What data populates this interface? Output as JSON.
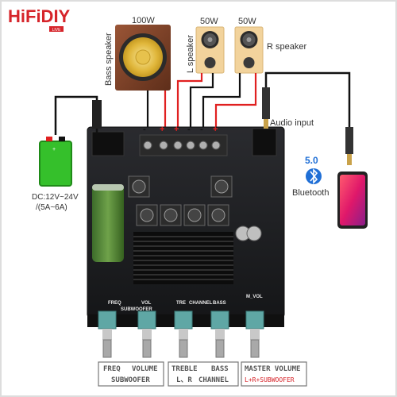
{
  "brand": {
    "name": "HiFiDIY",
    "tag": "LIVE"
  },
  "speakers": {
    "bass_power": "100W",
    "bass_label": "Bass speaker",
    "left_power": "50W",
    "left_label": "L speaker",
    "right_power": "50W",
    "right_label": "R speaker"
  },
  "terminals": {
    "polarity": [
      "-",
      "+",
      "+",
      "-",
      "-",
      "+"
    ]
  },
  "power": {
    "dc_line1": "DC:12V~24V",
    "dc_line2": "/(5A~6A)"
  },
  "inputs": {
    "audio_input": "Audio input",
    "bt_version": "5.0",
    "bt_label": "Bluetooth"
  },
  "board_silk": {
    "freq": "FREQ",
    "vol": "VOL",
    "subwoofer": "SUBWOOFER",
    "tre": "TRE",
    "channel": "CHANNEL",
    "bass": "BASS",
    "m_vol": "M_VOL"
  },
  "knob_labels": {
    "freq": "FREQ",
    "volume": "VOLUME",
    "subwoofer": "SUBWOOFER",
    "treble": "TREBLE",
    "bass": "BASS",
    "l_r": "L、R",
    "channel": "CHANNEL",
    "master_volume": "MASTER VOLUME",
    "master_sub": "L+R+SUBWOOFER"
  },
  "colors": {
    "brand_red": "#d6242a",
    "wire_red": "#e02020",
    "board": "#1e1f22",
    "pot_teal": "#5fa7a5",
    "battery_green": "#35c02b",
    "bt_blue": "#1f6fd6",
    "speaker_wood": "#f3d7a4",
    "bass_wood": "#8a4a2c"
  },
  "icons": [
    "bluetooth-icon",
    "battery-icon",
    "phone-icon",
    "speaker-icon"
  ]
}
